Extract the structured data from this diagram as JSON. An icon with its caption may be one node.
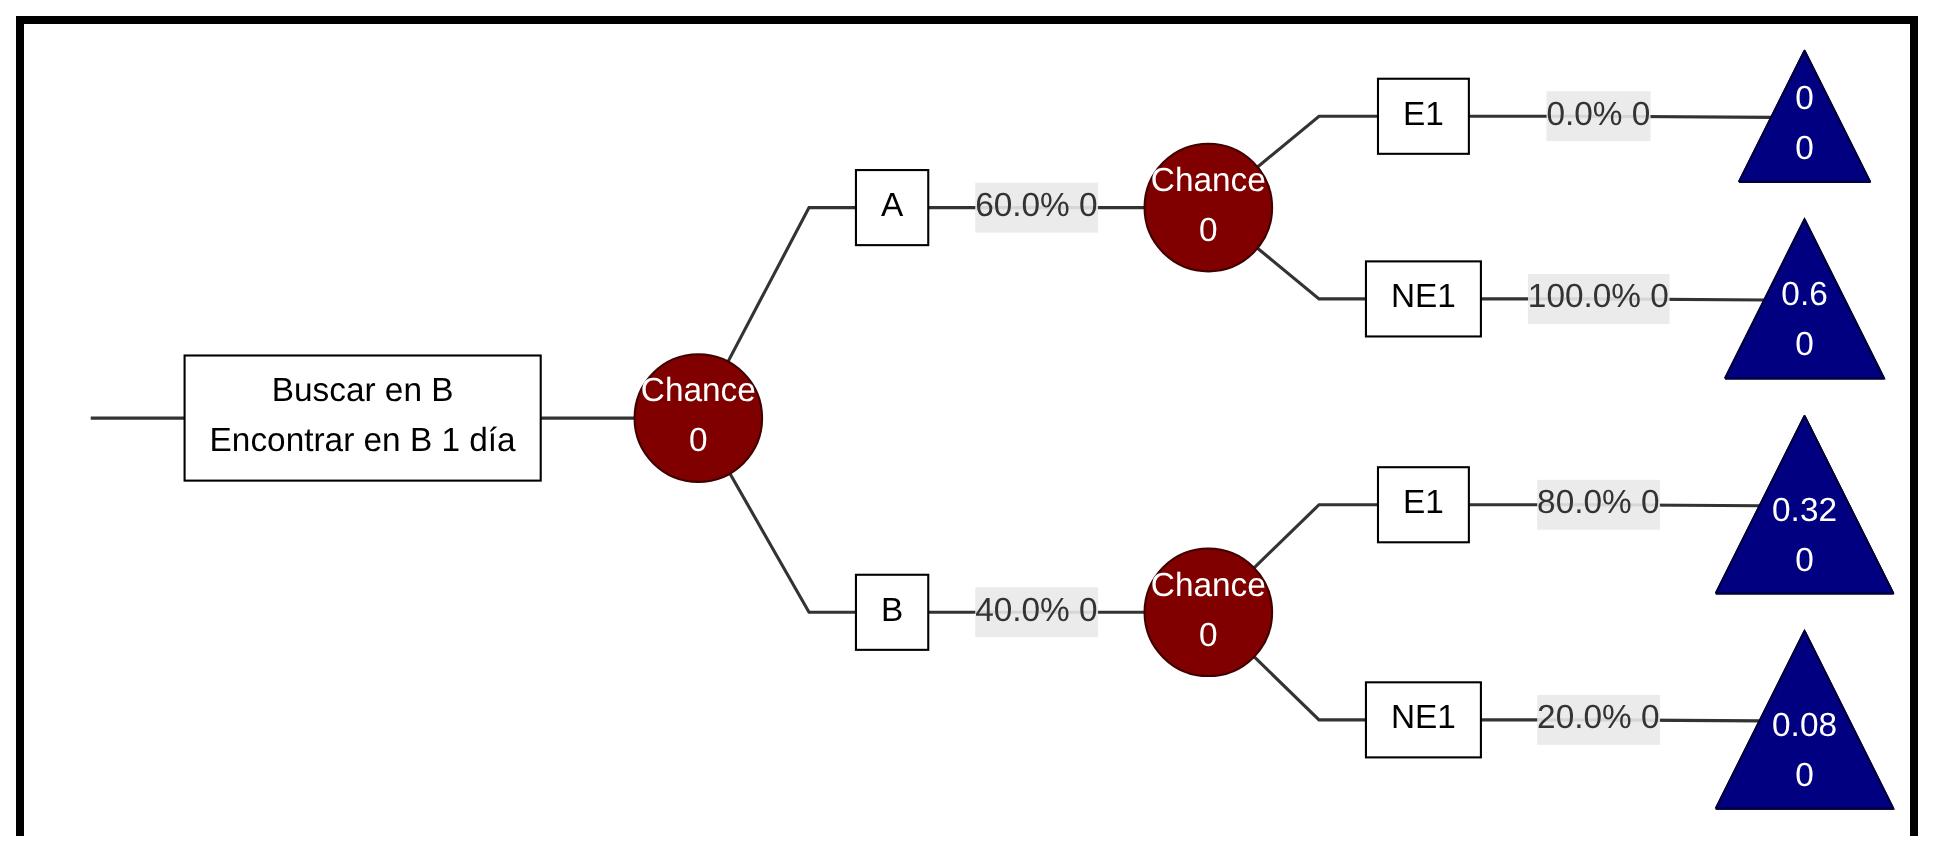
{
  "diagram": {
    "nodes": [
      {
        "text": [
          "Buscar en B",
          "Encontrar en B 1 día"
        ]
      },
      {
        "text": [
          "Chance",
          "0"
        ]
      },
      {
        "text": [
          "A"
        ]
      },
      {
        "text": [
          "B"
        ]
      },
      {
        "text": [
          "Chance",
          "0"
        ]
      },
      {
        "text": [
          "Chance",
          "0"
        ]
      },
      {
        "text": [
          "E1"
        ]
      },
      {
        "text": [
          "NE1"
        ]
      },
      {
        "text": [
          "E1"
        ]
      },
      {
        "text": [
          "NE1"
        ]
      },
      {
        "text": [
          "0",
          "0"
        ]
      },
      {
        "text": [
          "0.6",
          "0"
        ]
      },
      {
        "text": [
          "0.32",
          "0"
        ]
      },
      {
        "text": [
          "0.08",
          "0"
        ]
      }
    ],
    "edges": [
      {
        "from": null,
        "to": 0,
        "arrow": "none"
      },
      {
        "from": 0,
        "to": 1,
        "arrow": "none"
      },
      {
        "from": 1,
        "to": 2,
        "arrow": "none"
      },
      {
        "from": 1,
        "to": 3,
        "arrow": "none"
      },
      {
        "from": 2,
        "to": 4,
        "arrow": "none",
        "label": "60.0% 0"
      },
      {
        "from": 3,
        "to": 5,
        "arrow": "none",
        "label": "40.0% 0"
      },
      {
        "from": 4,
        "to": 6,
        "arrow": "none"
      },
      {
        "from": 4,
        "to": 7,
        "arrow": "none"
      },
      {
        "from": 6,
        "to": 10,
        "arrow": "none",
        "label": "0.0% 0"
      },
      {
        "from": 7,
        "to": 11,
        "arrow": "none",
        "label": "100.0% 0"
      },
      {
        "from": 5,
        "to": 8,
        "arrow": "none"
      },
      {
        "from": 5,
        "to": 9,
        "arrow": "none"
      },
      {
        "from": 8,
        "to": 12,
        "arrow": "none",
        "label": "80.0% 0"
      },
      {
        "from": 9,
        "to": 13,
        "arrow": "none",
        "label": "20.0% 0"
      }
    ]
  }
}
